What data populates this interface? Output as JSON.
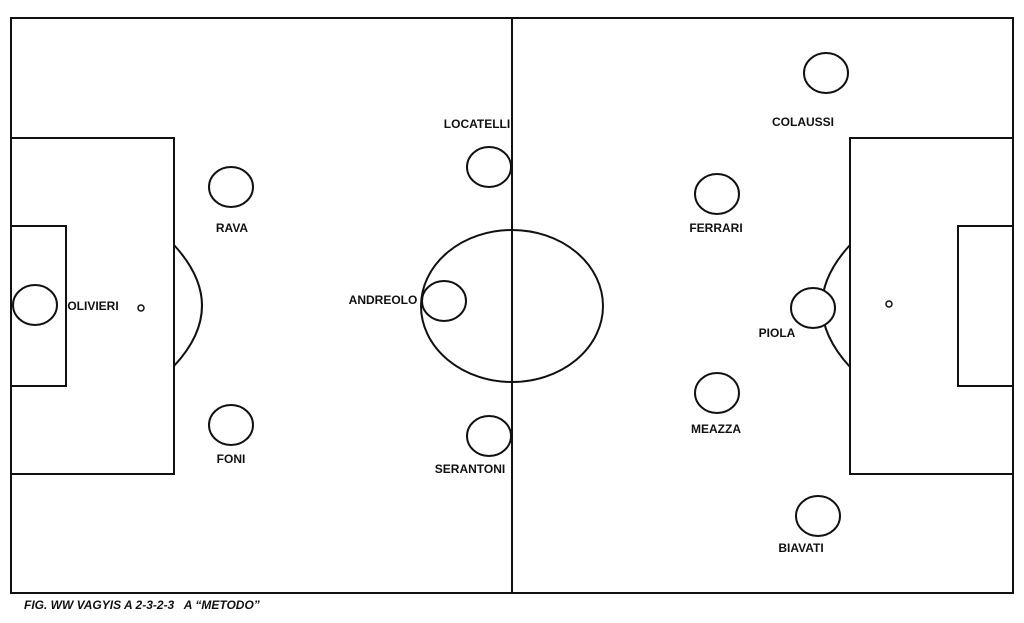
{
  "caption": "FIG. WW VAGYIS A 2-3-2-3   A “METODO”",
  "players": {
    "olivieri": "OLIVIERI",
    "rava": "RAVA",
    "foni": "FONI",
    "locatelli": "LOCATELLI",
    "andreolo": "ANDREOLO",
    "serantoni": "SERANTONI",
    "ferrari": "FERRARI",
    "meazza": "MEAZZA",
    "colaussi": "COLAUSSI",
    "piola": "PIOLA",
    "biavati": "BIAVATI"
  }
}
